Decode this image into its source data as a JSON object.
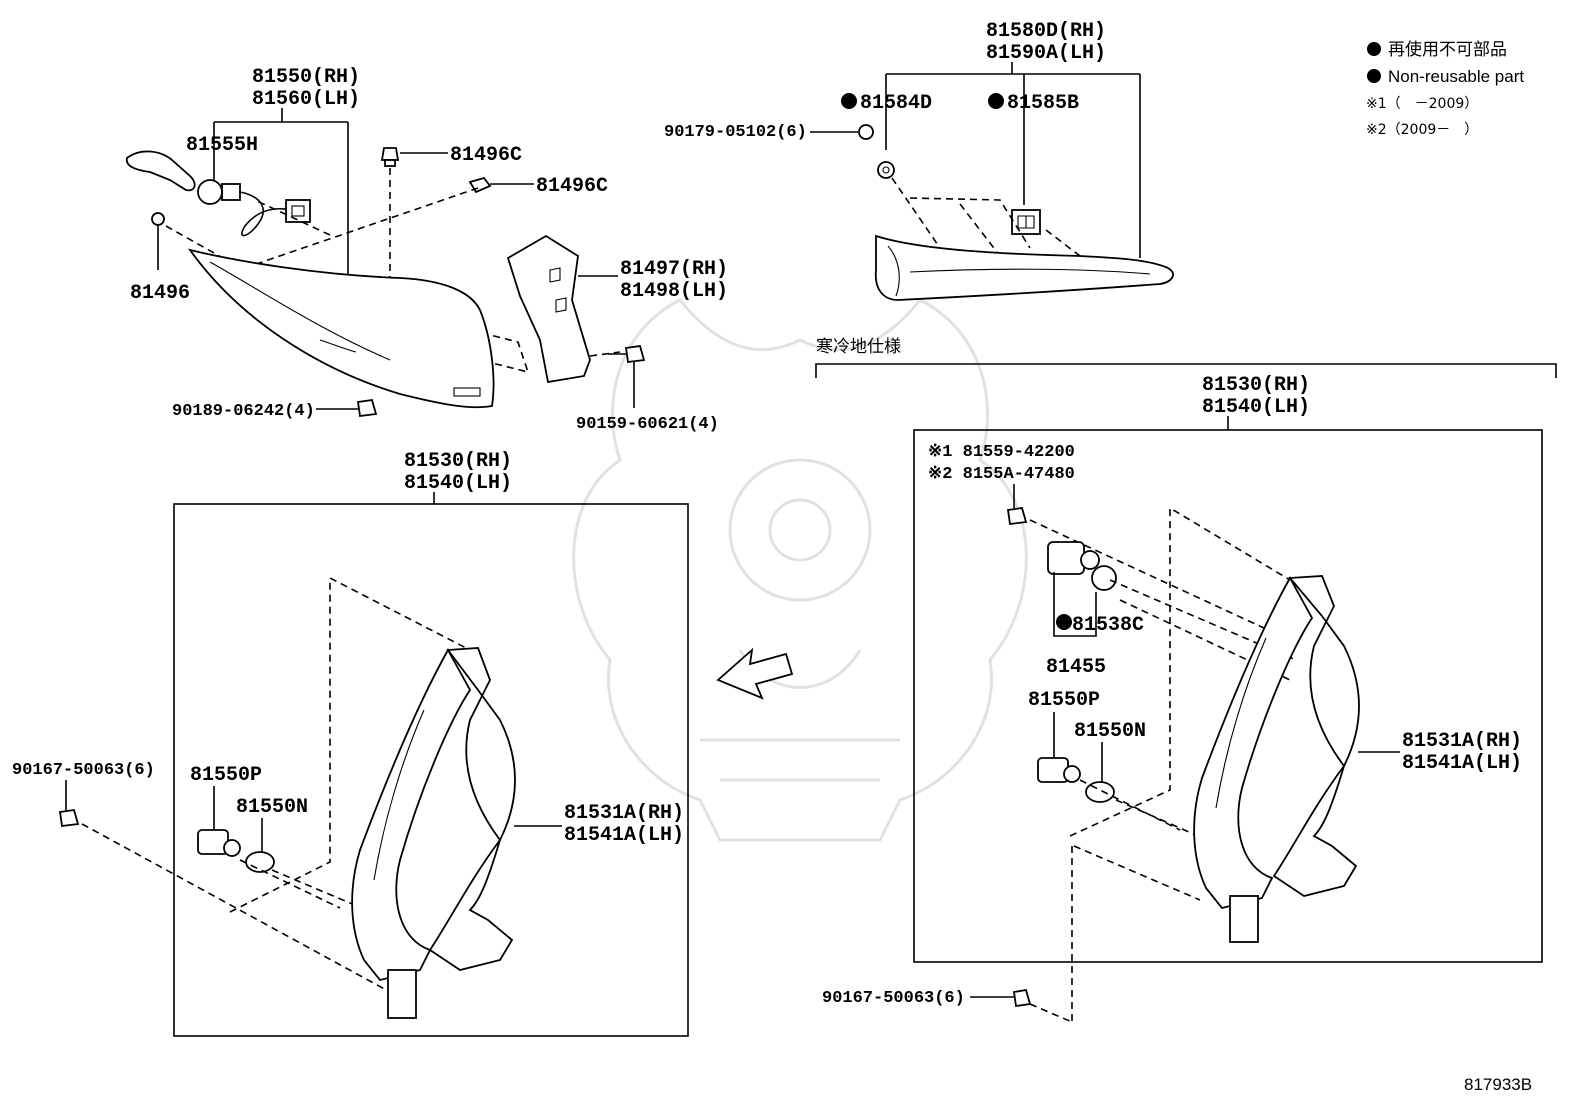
{
  "legend": {
    "jp": "再使用不可部品",
    "en": "Non-reusable part",
    "note1": "※1（　－2009）",
    "note2": "※2（2009－　）"
  },
  "section_label": "寒冷地仕様",
  "footer_code": "817933B",
  "labels": {
    "l81550rh": "81550(RH)",
    "l81560lh": "81560(LH)",
    "l81555h": "81555H",
    "l81496c_1": "81496C",
    "l81496c_2": "81496C",
    "l81496": "81496",
    "l81497rh": "81497(RH)",
    "l81498lh": "81498(LH)",
    "l90189": "90189-06242(4)",
    "l90159": "90159-60621(4)",
    "l81580d": "81580D(RH)",
    "l81590a": "81590A(LH)",
    "l81584d": "81584D",
    "l81585b": "81585B",
    "l90179": "90179-05102(6)",
    "left_assy_rh": "81530(RH)",
    "left_assy_lh": "81540(LH)",
    "left_81550p": "81550P",
    "left_81550n": "81550N",
    "left_81531a": "81531A(RH)",
    "left_81541a": "81541A(LH)",
    "left_90167": "90167-50063(6)",
    "right_assy_rh": "81530(RH)",
    "right_assy_lh": "81540(LH)",
    "right_note1": "※1 81559-42200",
    "right_note2": "※2 8155A-47480",
    "right_81538c": "81538C",
    "right_81455": "81455",
    "right_81550p": "81550P",
    "right_81550n": "81550N",
    "right_81531a": "81531A(RH)",
    "right_81541a": "81541A(LH)",
    "right_90167": "90167-50063(6)"
  }
}
